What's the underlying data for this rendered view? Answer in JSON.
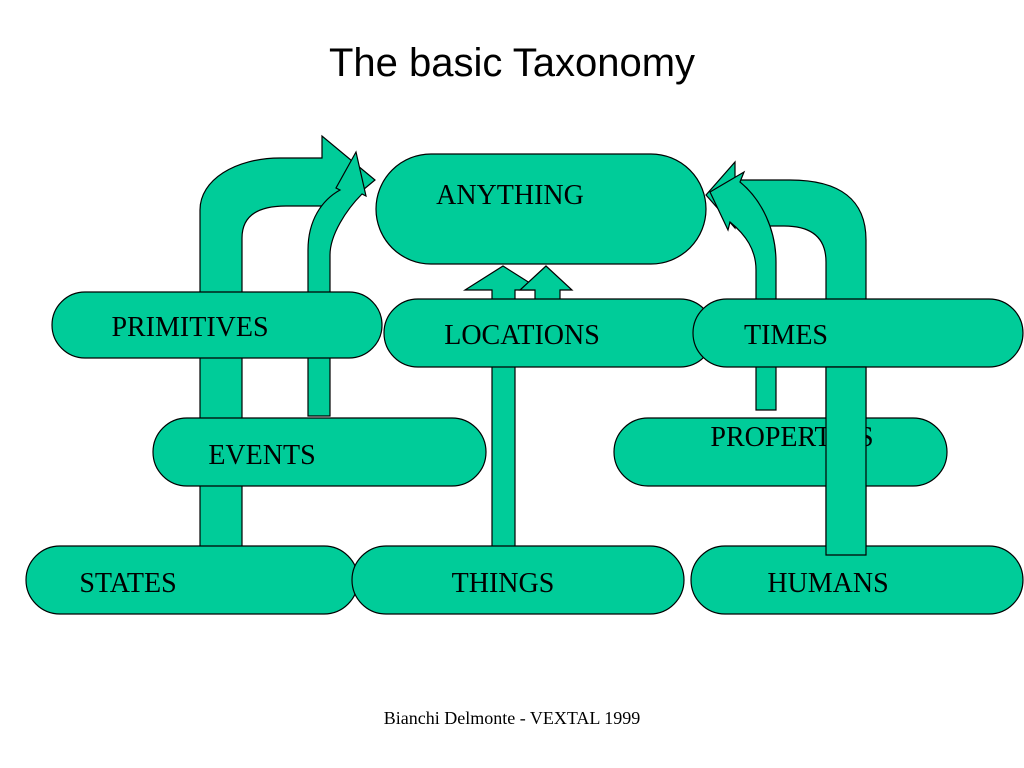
{
  "title": "The basic Taxonomy",
  "footer": "Bianchi Delmonte - VEXTAL 1999",
  "colors": {
    "fill": "#00CC99",
    "stroke": "#000000"
  },
  "nodes": {
    "anything": "ANYTHING",
    "primitives": "PRIMITIVES",
    "locations": "LOCATIONS",
    "times": "TIMES",
    "events": "EVENTS",
    "properties": "PROPERTIES",
    "states": "STATES",
    "things": "THINGS",
    "humans": "HUMANS"
  }
}
